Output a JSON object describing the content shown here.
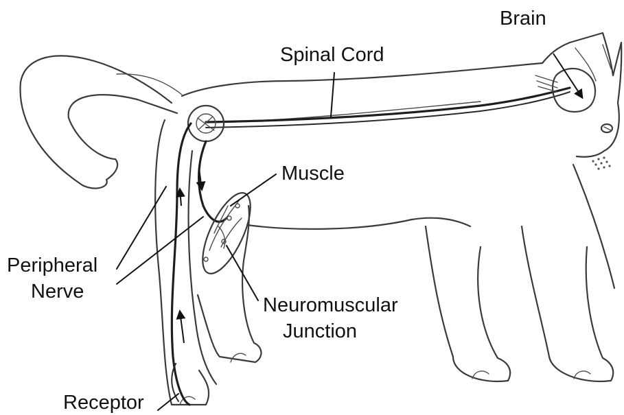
{
  "labels": {
    "brain": "Brain",
    "spinal_cord": "Spinal Cord",
    "muscle": "Muscle",
    "peripheral_nerve_line1": "Peripheral",
    "peripheral_nerve_line2": "Nerve",
    "neuromuscular_line1": "Neuromuscular",
    "neuromuscular_line2": "Junction",
    "receptor": "Receptor"
  },
  "colors": {
    "ink": "#111111",
    "outline": "#3a3a3a",
    "background": "#ffffff"
  }
}
